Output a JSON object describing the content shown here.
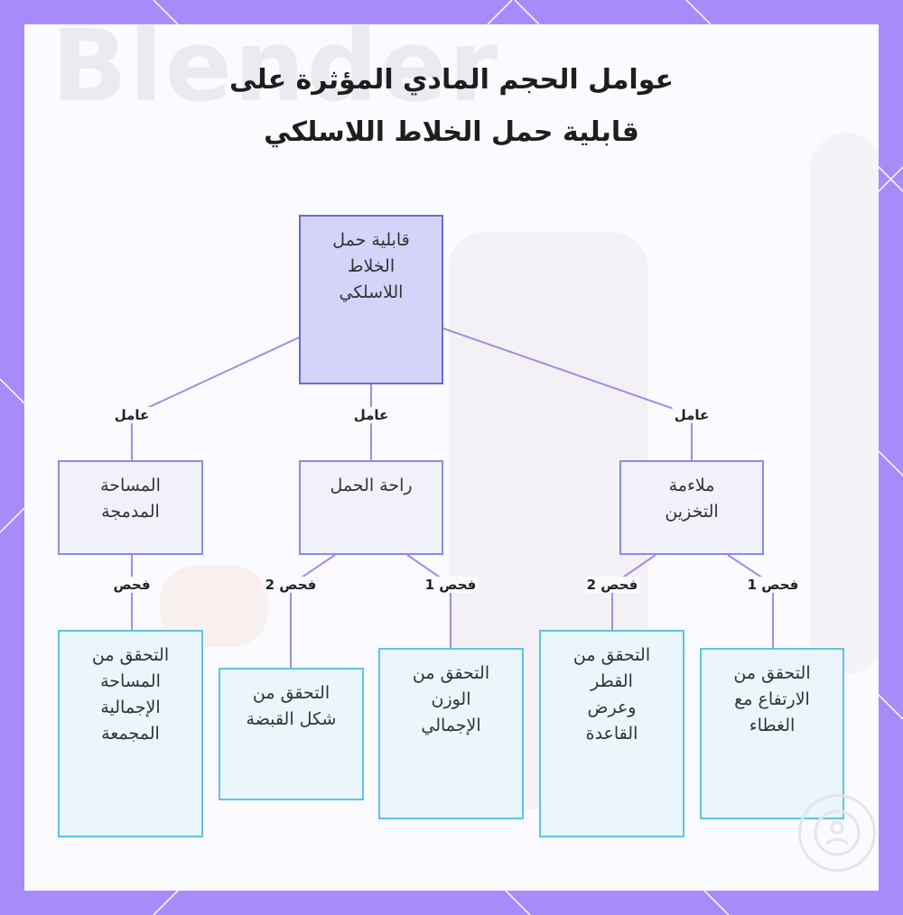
{
  "title": {
    "line1": "عوامل الحجم المادي المؤثرة على",
    "line2": "قابلية حمل الخلاط اللاسلكي"
  },
  "nodes": {
    "root": "قابلية حمل الخلاط اللاسلكي",
    "storage": "ملاءمة التخزين",
    "carry_comfort": "راحة الحمل",
    "compact_area": "المساحة المدمجة",
    "check_height_lid": "التحقق من الارتفاع مع الغطاء",
    "check_diameter_base": "التحقق من القطر وعرض القاعدة",
    "check_total_weight": "التحقق من الوزن الإجمالي",
    "check_grip_shape": "التحقق من شكل القبضة",
    "check_total_area": "التحقق من المساحة الإجمالية المجمعة"
  },
  "edge_labels": {
    "factor_storage": "عامل",
    "factor_carry": "عامل",
    "factor_compact": "عامل",
    "storage_check1": "فحص 1",
    "storage_check2": "فحص 2",
    "carry_check1": "فحص 1",
    "carry_check2": "فحص 2",
    "compact_check": "فحص"
  },
  "colors": {
    "frame": "#a78bfa",
    "connector": "#a58be0",
    "root_fill": "#d4d4fb",
    "root_border": "#6a6ad8",
    "leaf_border": "#5bc5e3"
  },
  "icons": {
    "brand_logo": "brand-logo-icon"
  }
}
